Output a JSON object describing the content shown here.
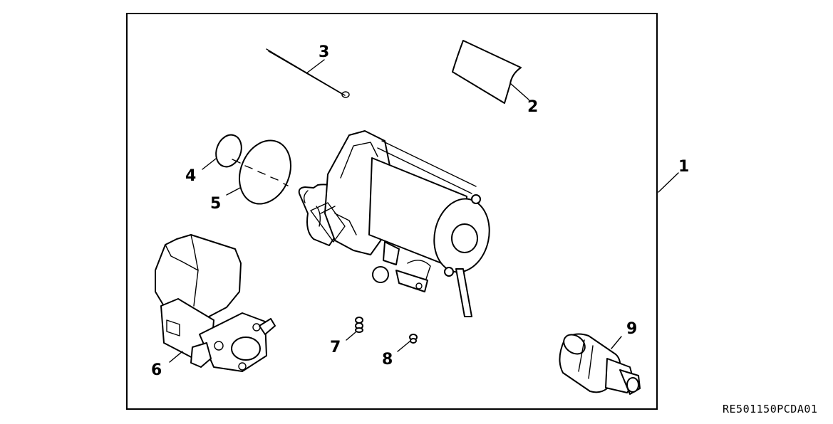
{
  "diagram": {
    "reference_code": "RE501150PCDA01",
    "callouts": [
      {
        "id": "kit",
        "label": "1"
      },
      {
        "id": "instructions",
        "label": "2"
      },
      {
        "id": "tie-strap",
        "label": "3"
      },
      {
        "id": "o-ring-small",
        "label": "4"
      },
      {
        "id": "o-ring-large",
        "label": "5"
      },
      {
        "id": "solenoid",
        "label": "6"
      },
      {
        "id": "nut-7",
        "label": "7"
      },
      {
        "id": "nut-8",
        "label": "8"
      },
      {
        "id": "drive-pinion",
        "label": "9"
      }
    ]
  }
}
